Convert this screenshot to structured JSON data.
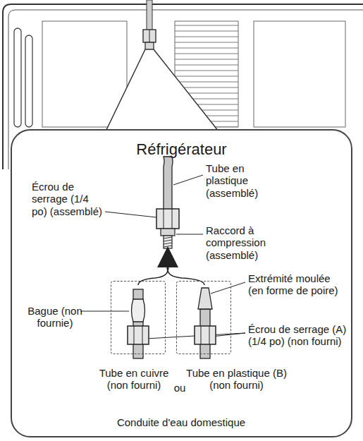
{
  "diagram": {
    "caption": "Conduite d'eau domestique",
    "nodes": [
      {
        "text": [
          "Réfrigérateur"
        ]
      },
      {
        "text": [
          "Tube en cuivre (non fourni)"
        ],
        "in": 0
      },
      {
        "text": [
          "Tube en plastique (B) (non fourni)"
        ],
        "in": 0
      }
    ],
    "labels": [
      "Tube en plastique (assemblé)",
      "Écrou de serrage (1/4 po) (assemblé)",
      "Raccord à compression (assemblé)",
      "Bague (non fournie)",
      "Extrémité moulée (en forme de poire)",
      "Écrou de serrage (A) (1/4 po) (non fourni)",
      "ou"
    ]
  }
}
